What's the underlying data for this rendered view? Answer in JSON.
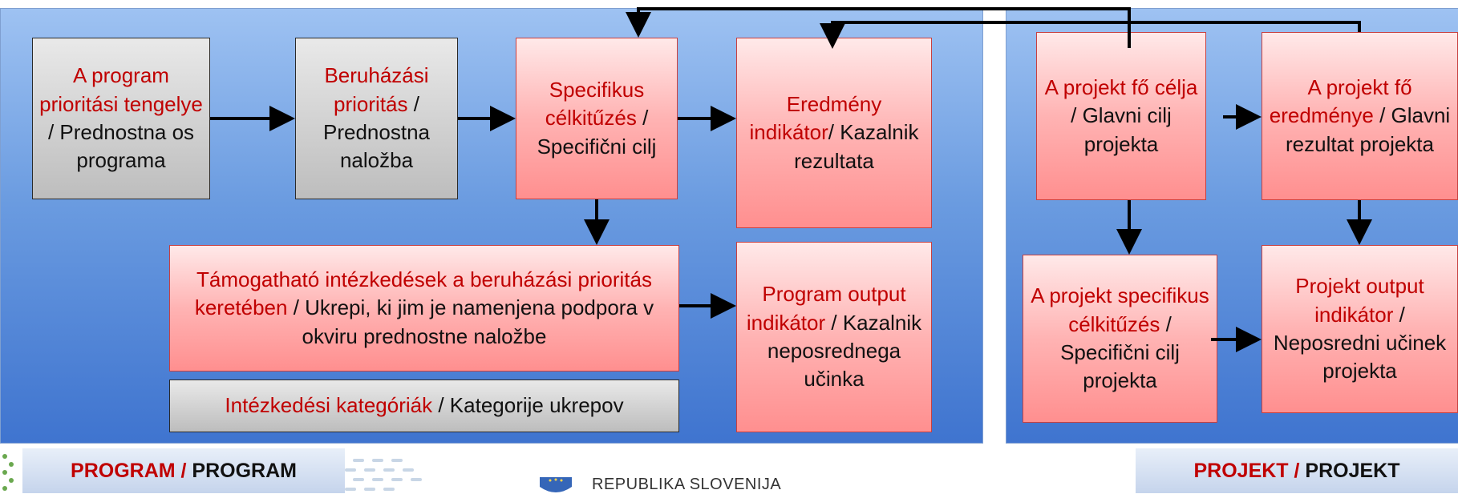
{
  "boxes": {
    "prog_axis": {
      "hu": "A program prioritási tengelye",
      "sl": " / Prednostna os programa"
    },
    "inv_prio": {
      "hu": "Beruházási prioritás",
      "sl": "  / Prednostna naložba"
    },
    "spec_obj": {
      "hu": "Specifikus célkitűzés",
      "sl": " / Specifični cilj"
    },
    "result_ind": {
      "hu": "Eredmény indikátor",
      "sl": "/ Kazalnik rezultata"
    },
    "actions": {
      "hu": "Támogatható intézkedések a beruházási prioritás keretében",
      "sl": " / Ukrepi, ki jim je namenjena podpora v okviru prednostne naložbe"
    },
    "action_cat": {
      "hu": "Intézkedési kategóriák",
      "sl": " / Kategorije ukrepov"
    },
    "prog_output": {
      "hu": "Program output indikátor",
      "sl": " / Kazalnik neposrednega učinka"
    },
    "proj_goal": {
      "hu": "A projekt fő célja",
      "sl": " / Glavni cilj projekta"
    },
    "proj_result": {
      "hu": "A projekt fő eredménye",
      "sl": " / Glavni rezultat projekta"
    },
    "proj_spec": {
      "hu": "A projekt specifikus célkitűzés",
      "sl": " / Specifični cilj projekta"
    },
    "proj_output": {
      "hu": "Projekt output indikátor",
      "sl": " / Neposredni učinek projekta"
    }
  },
  "labels": {
    "program": {
      "hu": "PROGRAM",
      "sep": " / ",
      "sl": "PROGRAM"
    },
    "projekt": {
      "hu": "PROJEKT",
      "sep": " / ",
      "sl": "PROJEKT"
    }
  },
  "footer": {
    "republic": "REPUBLIKA SLOVENIJA"
  },
  "colors": {
    "hungarian_text": "#c00000",
    "slovene_text": "#111111",
    "panel": "#4a80d4",
    "arrow": "#000000"
  }
}
